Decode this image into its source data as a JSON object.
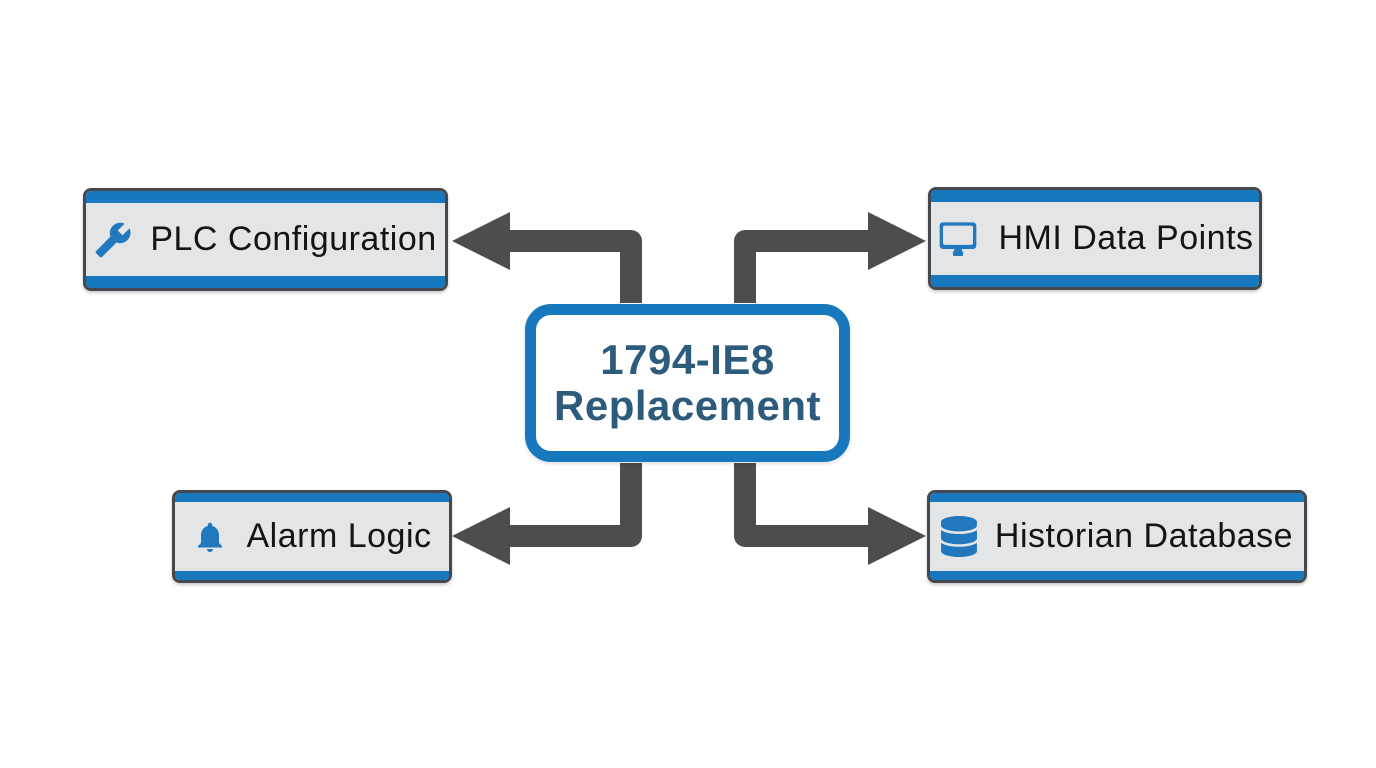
{
  "diagram": {
    "center": {
      "line1": "1794-IE8",
      "line2": "Replacement"
    },
    "nodes": [
      {
        "label": "PLC Configuration",
        "icon": "wrench-icon",
        "position": "top-left"
      },
      {
        "label": "HMI Data Points",
        "icon": "monitor-icon",
        "position": "top-right"
      },
      {
        "label": "Alarm Logic",
        "icon": "bell-icon",
        "position": "bottom-left"
      },
      {
        "label": "Historian Database",
        "icon": "database-icon",
        "position": "bottom-right"
      }
    ],
    "colors": {
      "accent_blue": "#1878be",
      "icon_blue": "#2178bd",
      "connector_gray": "#4d4d4d",
      "node_fill": "#e3e5e7",
      "node_border": "#45494e",
      "center_text": "#2d5b7c",
      "node_text": "#141414",
      "background": "#ffffff"
    }
  }
}
